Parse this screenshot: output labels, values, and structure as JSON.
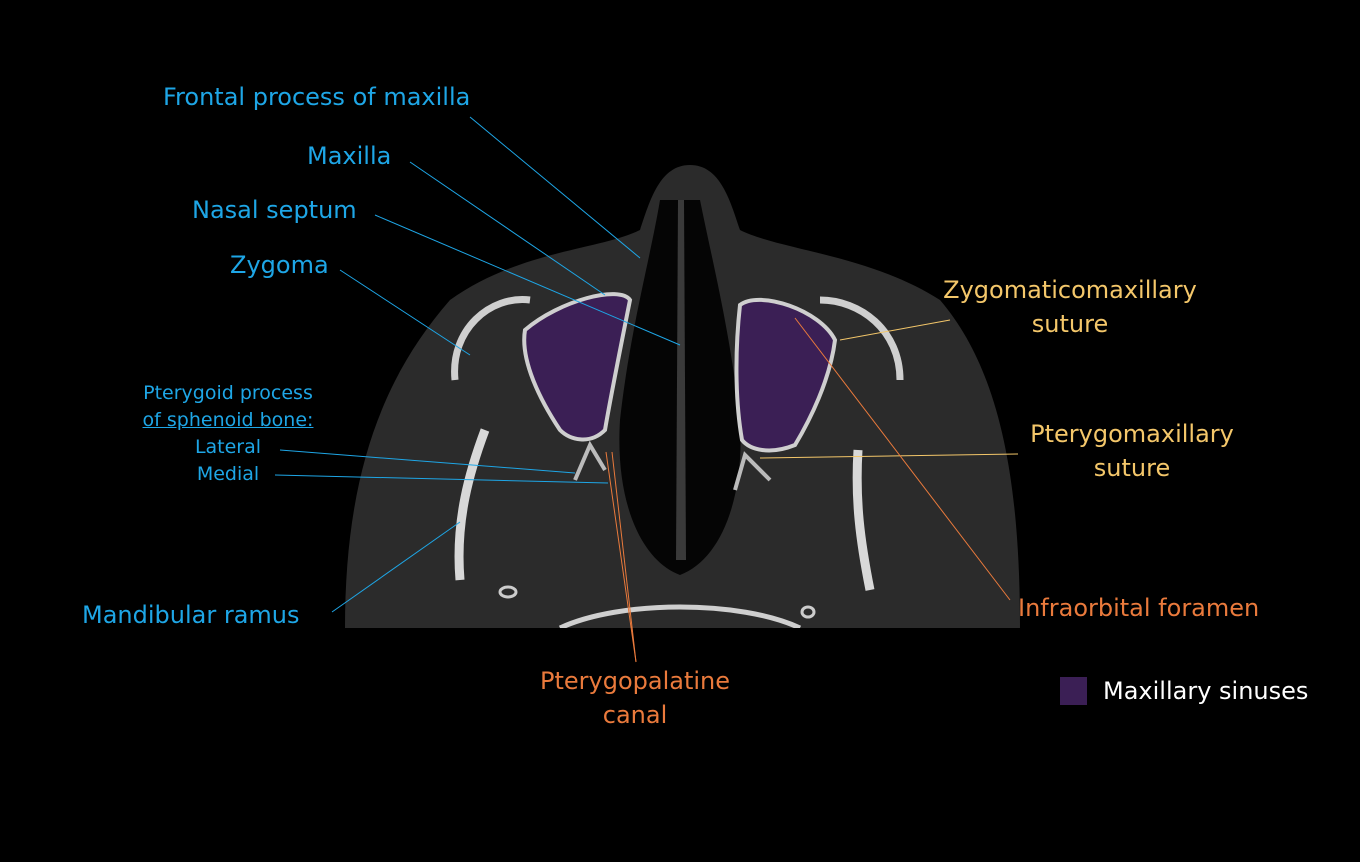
{
  "colors": {
    "blue_labels": "#1ea6e6",
    "yellow_labels": "#f4c76a",
    "orange_labels": "#ea7a3c",
    "sinus": "#3b1f55"
  },
  "labels": {
    "frontal_process": "Frontal process of maxilla",
    "maxilla": "Maxilla",
    "nasal_septum": "Nasal septum",
    "zygoma": "Zygoma",
    "pterygoid_line1": "Pterygoid process",
    "pterygoid_line2": "of sphenoid bone:",
    "lateral": "Lateral",
    "medial": "Medial",
    "mandibular_ramus": "Mandibular ramus",
    "zygomaticomaxillary_1": "Zygomaticomaxillary",
    "zygomaticomaxillary_2": "suture",
    "pterygomaxillary_1": "Pterygomaxillary",
    "pterygomaxillary_2": "suture",
    "infraorbital": "Infraorbital foramen",
    "pterygopalatine_1": "Pterygopalatine",
    "pterygopalatine_2": "canal"
  },
  "legend": {
    "label": "Maxillary sinuses"
  }
}
